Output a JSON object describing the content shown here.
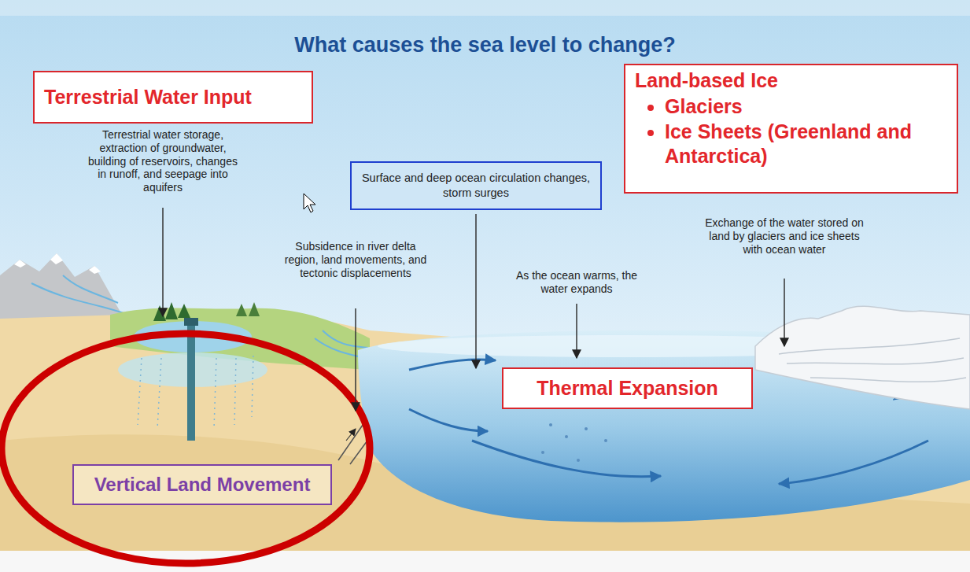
{
  "diagram": {
    "title": "What causes the sea level to change?",
    "nodes": [
      {
        "text": [
          "Terrestrial Water Input"
        ]
      },
      {
        "text": [
          "Surface and deep ocean circulation changes, storm surges"
        ]
      },
      {
        "text": [
          "Land-based Ice",
          "Glaciers",
          "Ice Sheets (Greenland and Antarctica)"
        ]
      },
      {
        "text": [
          "Thermal Expansion"
        ]
      },
      {
        "text": [
          "Vertical Land Movement"
        ]
      }
    ],
    "labels": [
      "Terrestrial water storage, extraction of groundwater, building of reservoirs, changes in runoff, and seepage into aquifers",
      "Subsidence in river delta region, land movements, and tectonic displacements",
      "As the ocean warms, the water expands",
      "Exchange of the water stored on land by glaciers and ice sheets with ocean water"
    ]
  }
}
